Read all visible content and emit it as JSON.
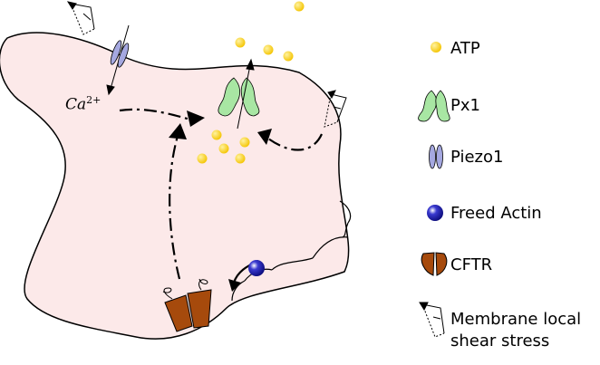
{
  "cell": {
    "fill": "#fce9e9",
    "ion_label": {
      "base": "Ca",
      "superscript": "2+"
    }
  },
  "colors": {
    "atp": "#f6c91e",
    "px1": "#a8e6a3",
    "piezo1": "#a5a8e0",
    "actin": "#0b0b7a",
    "cftr": "#a64a0c"
  },
  "legend": [
    {
      "icon": "atp-icon",
      "label": "ATP"
    },
    {
      "icon": "px1-channel-icon",
      "label": "Px1"
    },
    {
      "icon": "piezo1-channel-icon",
      "label": "Piezo1"
    },
    {
      "icon": "freed-actin-icon",
      "label": "Freed Actin"
    },
    {
      "icon": "cftr-channel-icon",
      "label": "CFTR"
    },
    {
      "icon": "shear-stress-icon",
      "label": "Membrane local",
      "label2": "shear stress"
    }
  ]
}
